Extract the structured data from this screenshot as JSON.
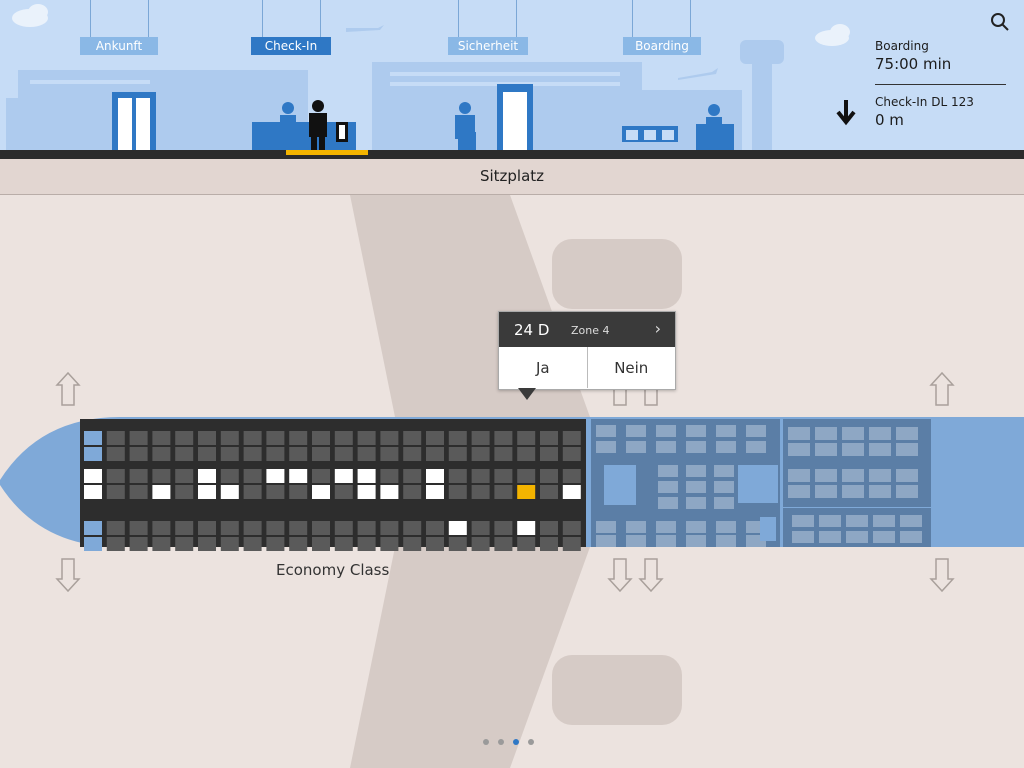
{
  "header": {
    "stages": [
      {
        "label": "Ankunft",
        "active": false
      },
      {
        "label": "Check-In",
        "active": true
      },
      {
        "label": "Sicherheit",
        "active": false
      },
      {
        "label": "Boarding",
        "active": false
      }
    ],
    "boarding_label": "Boarding",
    "boarding_value": "75:00 min",
    "checkin_label": "Check-In DL 123",
    "checkin_value": "0 m"
  },
  "subheader": {
    "title": "Sitzplatz"
  },
  "seat_popover": {
    "seat": "24 D",
    "zone": "Zone 4",
    "yes_label": "Ja",
    "no_label": "Nein"
  },
  "cabin": {
    "economy_label": "Economy Class",
    "selected_seat": {
      "column": 19,
      "row": 3
    }
  },
  "pager": {
    "count": 4,
    "active_index": 2
  },
  "colors": {
    "header_bg": "#c6dcf6",
    "active_stage": "#2f78c5",
    "stage": "#8ab8e6",
    "highlight": "#f4b400",
    "fuselage": "#7fa9d8"
  }
}
